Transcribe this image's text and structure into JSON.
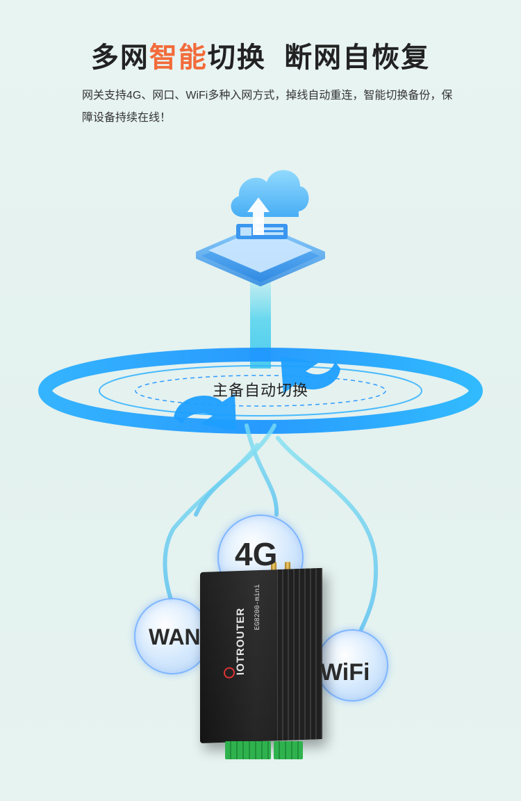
{
  "header": {
    "title_part1": "多网",
    "title_highlight": "智能",
    "title_part2": "切换  断网自恢复",
    "description": "网关支持4G、网口、WiFi多种入网方式，掉线自动重连，智能切换备份，保障设备持续在线！"
  },
  "diagram": {
    "ring_label": "主备自动切换",
    "bubbles": {
      "four_g": "4G",
      "wan": "WAN",
      "wifi": "WiFi"
    }
  },
  "device": {
    "brand": "IOTROUTER",
    "model": "EG8200-mini"
  },
  "colors": {
    "highlight": "#f26b3a",
    "ring": "#1e9fff",
    "cloud": "#6cc6ff"
  }
}
